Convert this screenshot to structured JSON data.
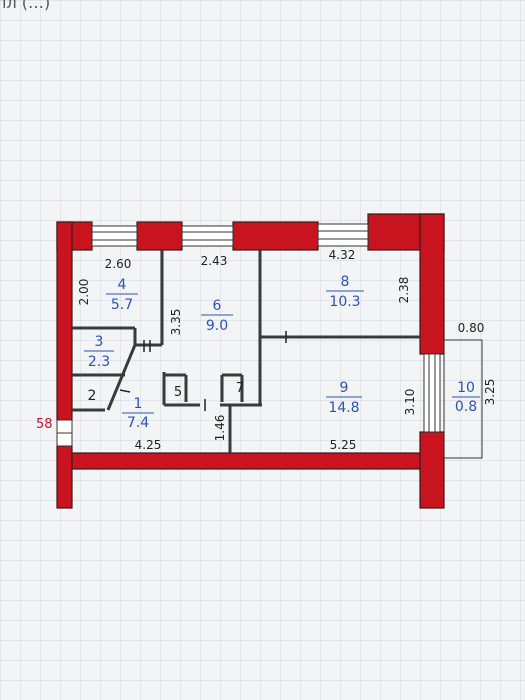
{
  "top_crop_text": "пл (…)",
  "colors": {
    "wall": "#c8141e",
    "wall_outline": "#3a1a1a",
    "room_number": "#2a55b0",
    "grid": "#c9ccd8"
  },
  "rooms": [
    {
      "id": "1",
      "number": "1",
      "area": "7.4"
    },
    {
      "id": "2",
      "number": "2",
      "area": ""
    },
    {
      "id": "3",
      "number": "3",
      "area": "2.3"
    },
    {
      "id": "4",
      "number": "4",
      "area": "5.7"
    },
    {
      "id": "5",
      "number": "5",
      "area": ""
    },
    {
      "id": "6",
      "number": "6",
      "area": "9.0"
    },
    {
      "id": "7",
      "number": "7",
      "area": ""
    },
    {
      "id": "8",
      "number": "8",
      "area": "10.3"
    },
    {
      "id": "9",
      "number": "9",
      "area": "14.8"
    },
    {
      "id": "10",
      "number": "10",
      "area": "0.8"
    }
  ],
  "dimensions": {
    "d_260": "2.60",
    "d_243": "2.43",
    "d_432": "4.32",
    "d_200": "2.00",
    "d_335": "3.35",
    "d_238": "2.38",
    "d_080": "0.80",
    "d_310": "3.10",
    "d_325": "3.25",
    "d_146": "1.46",
    "d_425": "4.25",
    "d_525": "5.25"
  },
  "marker": "58"
}
